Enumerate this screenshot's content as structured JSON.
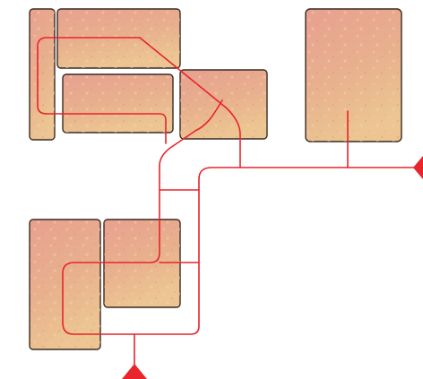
{
  "colors": {
    "route": "#e8242c",
    "marker": "#e8242c",
    "tile_border": "#3a2a22",
    "tile_top": "#e8a090",
    "tile_bottom": "#ecc592",
    "background": "#ffffff"
  },
  "tiles": [
    {
      "id": "tile-a"
    },
    {
      "id": "tile-b"
    },
    {
      "id": "tile-c"
    },
    {
      "id": "tile-d"
    },
    {
      "id": "tile-e"
    },
    {
      "id": "tile-f"
    },
    {
      "id": "tile-g"
    },
    {
      "id": "tile-h"
    }
  ],
  "markers": [
    {
      "id": "marker-bottom",
      "shape": "triangle"
    },
    {
      "id": "marker-right",
      "shape": "triangle"
    }
  ]
}
